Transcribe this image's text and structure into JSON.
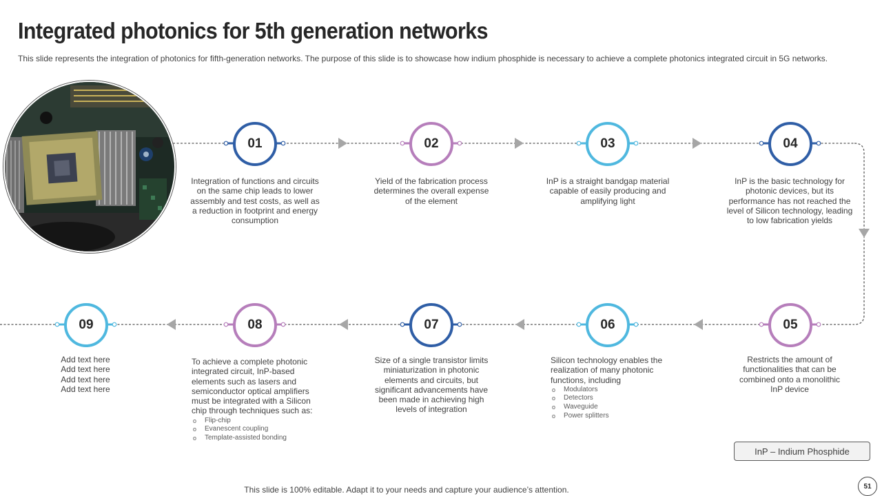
{
  "title": "Integrated photonics for 5th generation networks",
  "subtitle": "This slide represents the integration of photonics for fifth-generation networks. The purpose of this slide is to showcase how indium phosphide is necessary to achieve a complete photonics integrated circuit in 5G networks.",
  "colors": {
    "dark_blue": "#2f5ea6",
    "purple": "#b67ebb",
    "light_blue": "#4fb8df",
    "connector": "#595959",
    "arrow": "#a6a6a6"
  },
  "steps": [
    {
      "num": "01",
      "color": "dark_blue",
      "text": "Integration of functions and circuits on the same chip leads to lower assembly and test costs, as well as a reduction in footprint and energy consumption"
    },
    {
      "num": "02",
      "color": "purple",
      "text": "Yield of the fabrication process determines the overall expense of the element"
    },
    {
      "num": "03",
      "color": "light_blue",
      "text": "InP is a straight bandgap material capable of easily producing and amplifying light"
    },
    {
      "num": "04",
      "color": "dark_blue",
      "text": "InP is the basic technology for photonic devices, but its performance has not reached the level of Silicon technology, leading to low fabrication yields"
    },
    {
      "num": "05",
      "color": "purple",
      "text": "Restricts the amount of functionalities that can be combined onto a monolithic InP device"
    },
    {
      "num": "06",
      "color": "light_blue",
      "text": "Silicon technology enables the realization of many photonic functions, including",
      "bullets": [
        "Modulators",
        "Detectors",
        "Waveguide",
        "Power splitters"
      ]
    },
    {
      "num": "07",
      "color": "dark_blue",
      "text": "Size of a single transistor limits miniaturization in photonic elements and circuits, but significant advancements have been made in achieving high levels of integration"
    },
    {
      "num": "08",
      "color": "purple",
      "text": "To achieve a complete photonic integrated circuit, InP-based elements such as lasers and semiconductor optical amplifiers must be integrated with a Silicon chip through techniques such as:",
      "bullets": [
        "Flip-chip",
        "Evanescent coupling",
        "Template-assisted bonding"
      ]
    },
    {
      "num": "09",
      "color": "light_blue",
      "lines": [
        "Add text here",
        "Add text here",
        "Add text here",
        "Add text here"
      ]
    }
  ],
  "legend": "InP – Indium Phosphide",
  "footer": "This slide is 100% editable. Adapt it to your needs and capture your audience’s attention.",
  "page_number": "51"
}
